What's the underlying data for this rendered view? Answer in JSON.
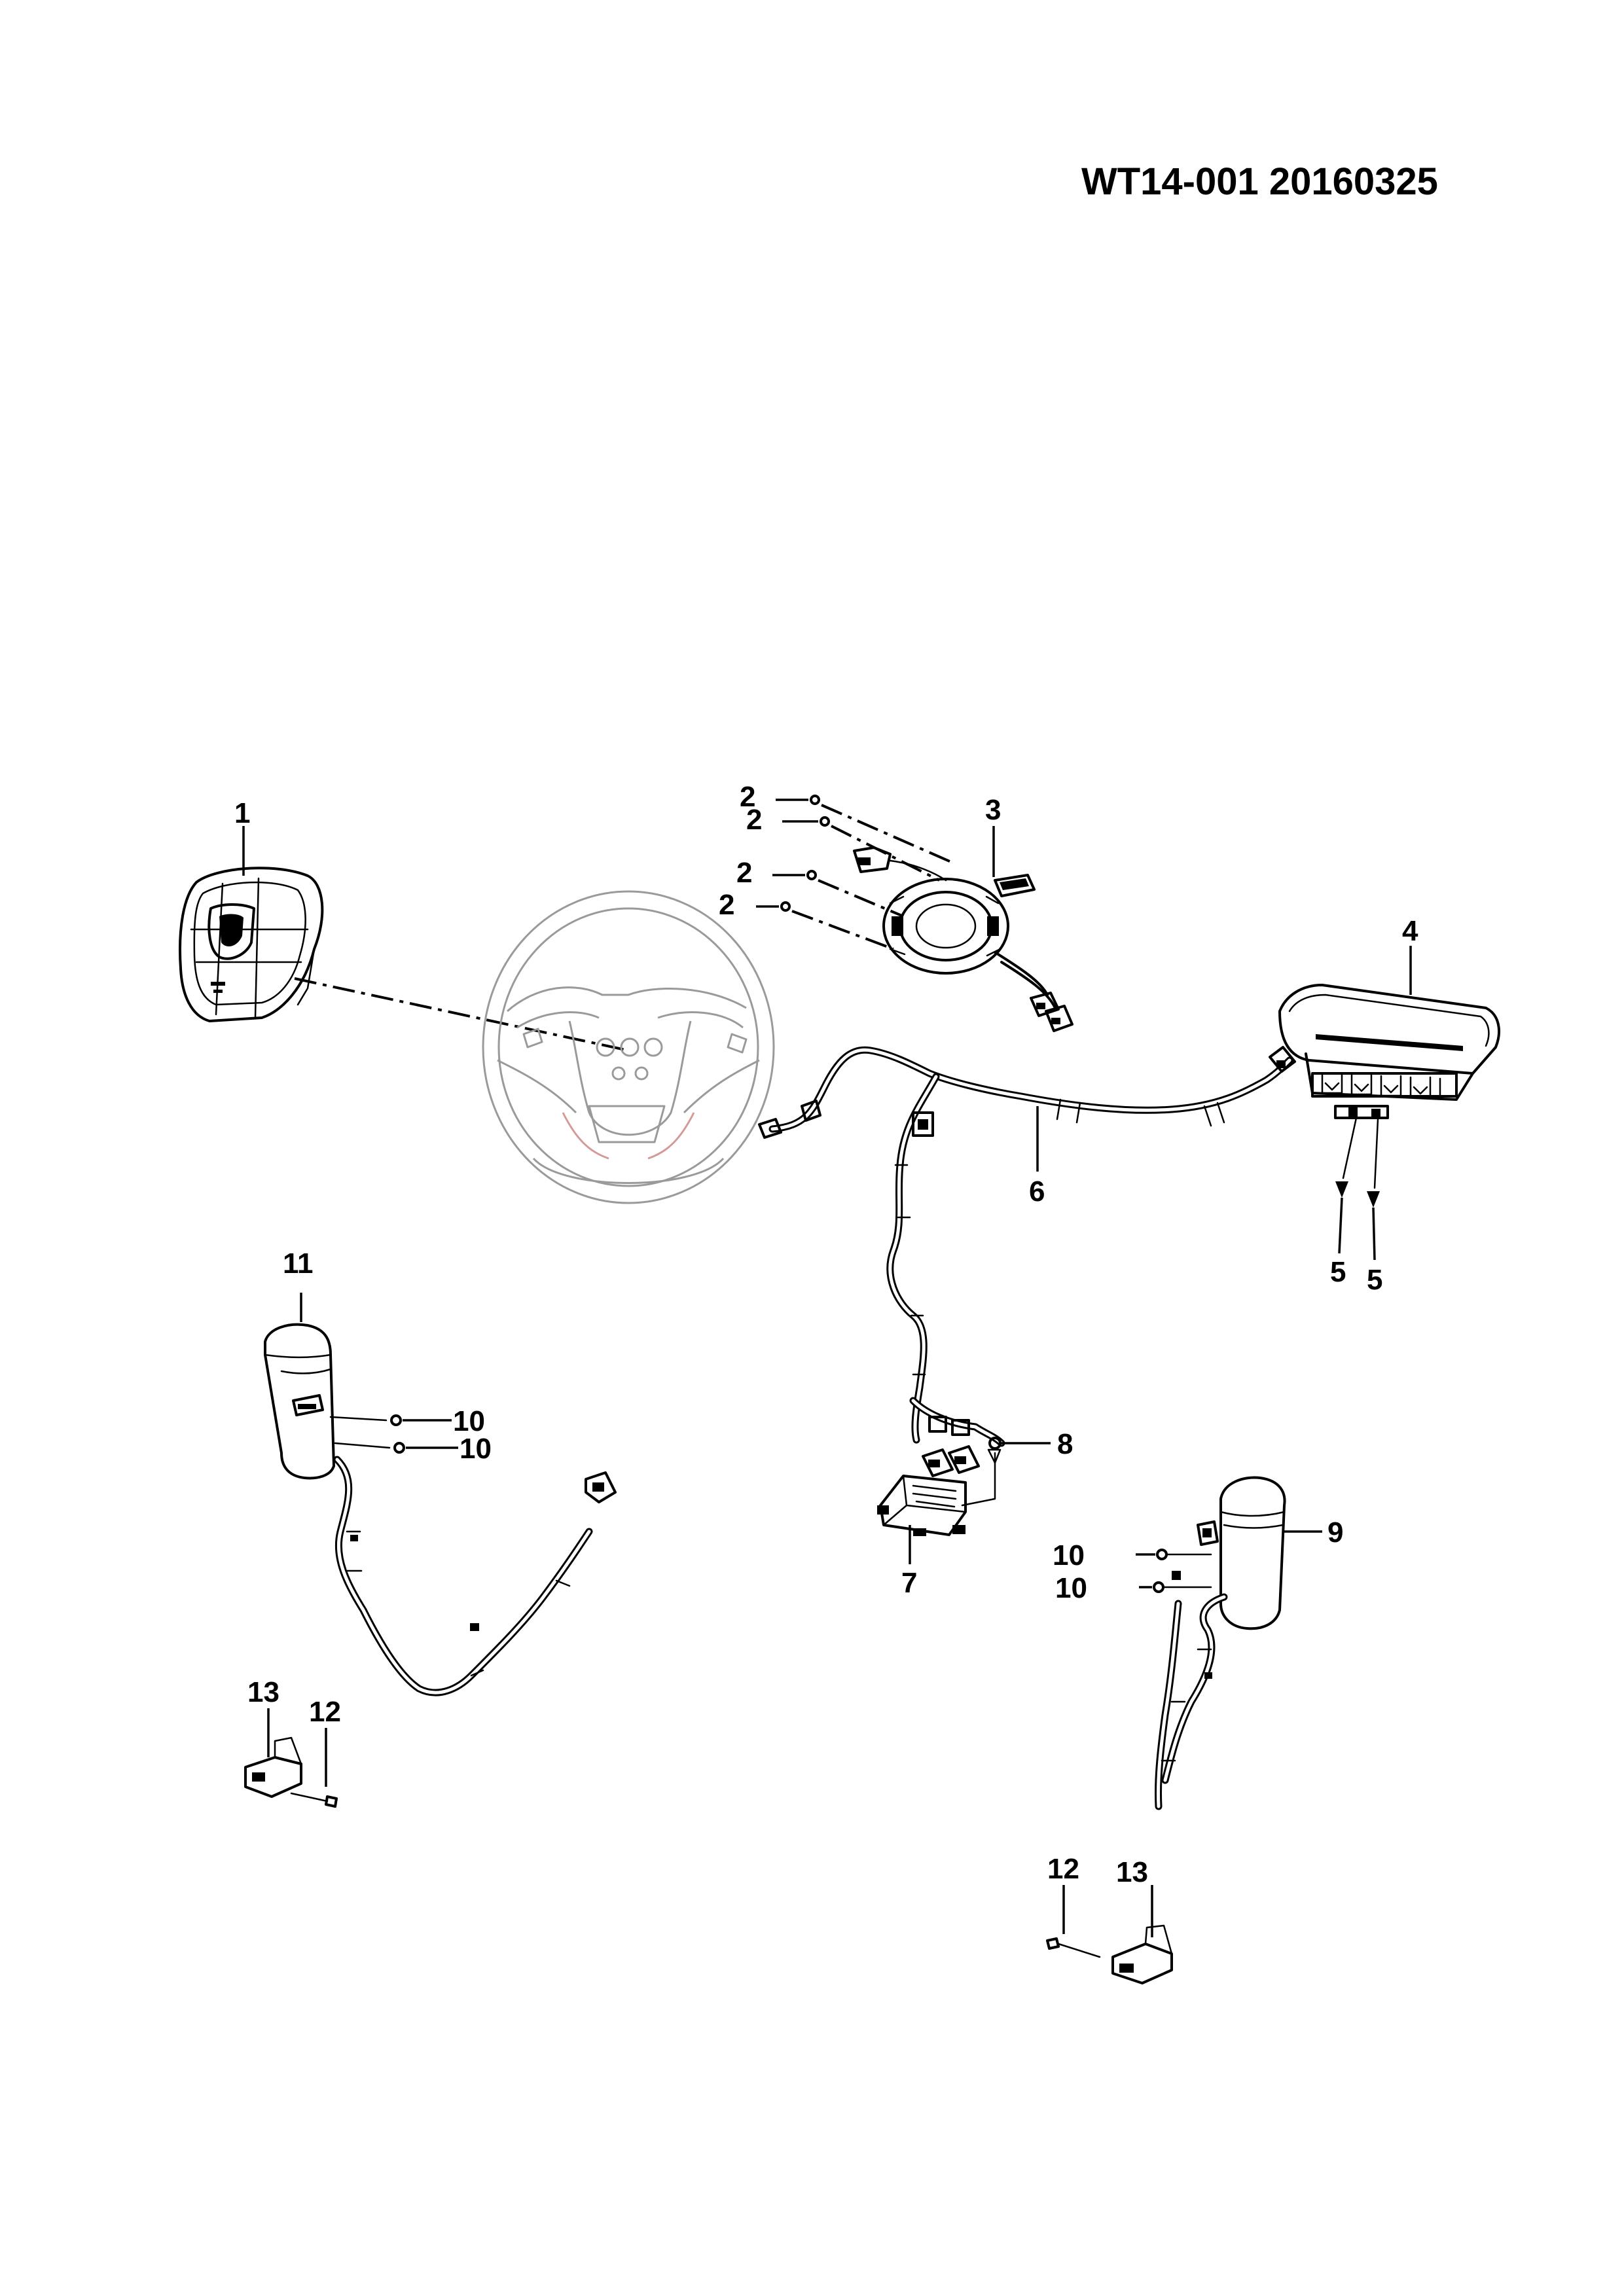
{
  "header": {
    "code": "WT14-001 20160325"
  },
  "callouts": {
    "c1": "1",
    "c2a": "2",
    "c2b": "2",
    "c2c": "2",
    "c2d": "2",
    "c3": "3",
    "c4": "4",
    "c5a": "5",
    "c5b": "5",
    "c6": "6",
    "c7": "7",
    "c8": "8",
    "c9": "9",
    "c10a": "10",
    "c10b": "10",
    "c10c": "10",
    "c10d": "10",
    "c11": "11",
    "c12a": "12",
    "c12b": "12",
    "c13a": "13",
    "c13b": "13"
  },
  "colors": {
    "ink": "#000000",
    "ghost": "#9a9a9a",
    "ghost_accent": "#d49a9a",
    "background": "#ffffff"
  }
}
